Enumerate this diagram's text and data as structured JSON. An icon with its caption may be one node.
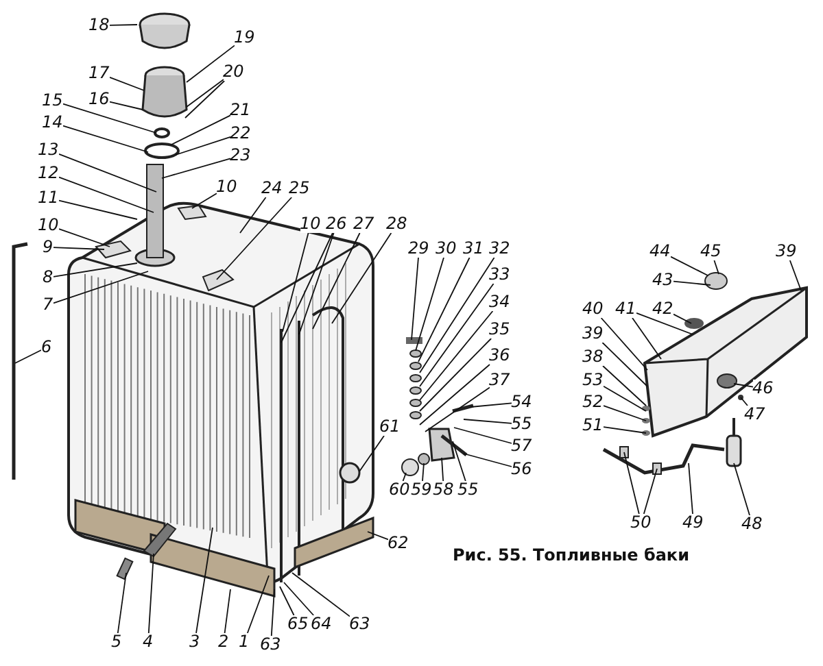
{
  "diagram": {
    "caption": "Рис. 55. Топливные баки",
    "nodes": [
      {
        "text": [
          "18"
        ]
      },
      {
        "text": [
          "19"
        ]
      },
      {
        "text": [
          "17"
        ]
      },
      {
        "text": [
          "20"
        ]
      },
      {
        "text": [
          "16"
        ]
      },
      {
        "text": [
          "15"
        ]
      },
      {
        "text": [
          "21"
        ]
      },
      {
        "text": [
          "14"
        ]
      },
      {
        "text": [
          "22"
        ]
      },
      {
        "text": [
          "13"
        ]
      },
      {
        "text": [
          "23"
        ]
      },
      {
        "text": [
          "12"
        ]
      },
      {
        "text": [
          "10"
        ]
      },
      {
        "text": [
          "24"
        ]
      },
      {
        "text": [
          "25"
        ]
      },
      {
        "text": [
          "11"
        ]
      },
      {
        "text": [
          "10"
        ]
      },
      {
        "text": [
          "9"
        ]
      },
      {
        "text": [
          "10"
        ]
      },
      {
        "text": [
          "26"
        ]
      },
      {
        "text": [
          "27"
        ]
      },
      {
        "text": [
          "28"
        ]
      },
      {
        "text": [
          "8"
        ]
      },
      {
        "text": [
          "7"
        ]
      },
      {
        "text": [
          "6"
        ]
      },
      {
        "text": [
          "29"
        ]
      },
      {
        "text": [
          "30"
        ]
      },
      {
        "text": [
          "31"
        ]
      },
      {
        "text": [
          "32"
        ]
      },
      {
        "text": [
          "33"
        ]
      },
      {
        "text": [
          "34"
        ]
      },
      {
        "text": [
          "35"
        ]
      },
      {
        "text": [
          "36"
        ]
      },
      {
        "text": [
          "37"
        ]
      },
      {
        "text": [
          "54"
        ]
      },
      {
        "text": [
          "55"
        ]
      },
      {
        "text": [
          "57"
        ]
      },
      {
        "text": [
          "56"
        ]
      },
      {
        "text": [
          "61"
        ]
      },
      {
        "text": [
          "60"
        ]
      },
      {
        "text": [
          "59"
        ]
      },
      {
        "text": [
          "58"
        ]
      },
      {
        "text": [
          "55"
        ]
      },
      {
        "text": [
          "62"
        ]
      },
      {
        "text": [
          "5"
        ]
      },
      {
        "text": [
          "4"
        ]
      },
      {
        "text": [
          "3"
        ]
      },
      {
        "text": [
          "2"
        ]
      },
      {
        "text": [
          "1"
        ]
      },
      {
        "text": [
          "63"
        ]
      },
      {
        "text": [
          "65"
        ]
      },
      {
        "text": [
          "64"
        ]
      },
      {
        "text": [
          "63"
        ]
      },
      {
        "text": [
          "44"
        ]
      },
      {
        "text": [
          "45"
        ]
      },
      {
        "text": [
          "39"
        ]
      },
      {
        "text": [
          "43"
        ]
      },
      {
        "text": [
          "42"
        ]
      },
      {
        "text": [
          "40"
        ]
      },
      {
        "text": [
          "41"
        ]
      },
      {
        "text": [
          "39"
        ]
      },
      {
        "text": [
          "38"
        ]
      },
      {
        "text": [
          "53"
        ]
      },
      {
        "text": [
          "52"
        ]
      },
      {
        "text": [
          "51"
        ]
      },
      {
        "text": [
          "46"
        ]
      },
      {
        "text": [
          "47"
        ]
      },
      {
        "text": [
          "50"
        ]
      },
      {
        "text": [
          "49"
        ]
      },
      {
        "text": [
          "48"
        ]
      },
      {
        "text": [],
        "shape": "picture"
      },
      {
        "text": [],
        "shape": "picture"
      },
      {
        "text": [],
        "shape": "picture"
      },
      {
        "text": [],
        "shape": "picture"
      },
      {
        "text": [],
        "shape": "picture"
      },
      {
        "text": [],
        "shape": "picture"
      }
    ],
    "edges": [
      {
        "from": 0,
        "to": 71,
        "arrow": "none"
      },
      {
        "from": 1,
        "to": 71,
        "arrow": "none"
      },
      {
        "from": 2,
        "to": 71,
        "arrow": "none"
      },
      {
        "from": 3,
        "to": 71,
        "arrow": "none"
      },
      {
        "from": 3,
        "to": 71,
        "arrow": "none"
      },
      {
        "from": 4,
        "to": 71,
        "arrow": "none"
      },
      {
        "from": 5,
        "to": 71,
        "arrow": "none"
      },
      {
        "from": 6,
        "to": 71,
        "arrow": "none"
      },
      {
        "from": 7,
        "to": 71,
        "arrow": "none"
      },
      {
        "from": 8,
        "to": 71,
        "arrow": "none"
      },
      {
        "from": 9,
        "to": 70,
        "arrow": "none"
      },
      {
        "from": 10,
        "to": 70,
        "arrow": "none"
      },
      {
        "from": 11,
        "to": 70,
        "arrow": "none"
      },
      {
        "from": 12,
        "to": 70,
        "arrow": "none"
      },
      {
        "from": 13,
        "to": 70,
        "arrow": "none"
      },
      {
        "from": 14,
        "to": 70,
        "arrow": "none"
      },
      {
        "from": 15,
        "to": 70,
        "arrow": "none"
      },
      {
        "from": 16,
        "to": 70,
        "arrow": "none"
      },
      {
        "from": 17,
        "to": 70,
        "arrow": "none"
      },
      {
        "from": 18,
        "to": 70,
        "arrow": "none"
      },
      {
        "from": 19,
        "to": 70,
        "arrow": "none"
      },
      {
        "from": 19,
        "to": 70,
        "arrow": "none"
      },
      {
        "from": 20,
        "to": 70,
        "arrow": "none"
      },
      {
        "from": 21,
        "to": 70,
        "arrow": "none"
      },
      {
        "from": 22,
        "to": 70,
        "arrow": "none"
      },
      {
        "from": 23,
        "to": 70,
        "arrow": "none"
      },
      {
        "from": 24,
        "to": 72,
        "arrow": "none"
      },
      {
        "from": 25,
        "to": 73,
        "arrow": "none"
      },
      {
        "from": 26,
        "to": 73,
        "arrow": "none"
      },
      {
        "from": 27,
        "to": 73,
        "arrow": "none"
      },
      {
        "from": 28,
        "to": 73,
        "arrow": "none"
      },
      {
        "from": 29,
        "to": 73,
        "arrow": "none"
      },
      {
        "from": 30,
        "to": 73,
        "arrow": "none"
      },
      {
        "from": 31,
        "to": 73,
        "arrow": "none"
      },
      {
        "from": 32,
        "to": 73,
        "arrow": "none"
      },
      {
        "from": 33,
        "to": 73,
        "arrow": "none"
      },
      {
        "from": 34,
        "to": 73,
        "arrow": "none"
      },
      {
        "from": 35,
        "to": 73,
        "arrow": "none"
      },
      {
        "from": 36,
        "to": 73,
        "arrow": "none"
      },
      {
        "from": 37,
        "to": 73,
        "arrow": "none"
      },
      {
        "from": 38,
        "to": 70,
        "arrow": "none"
      },
      {
        "from": 39,
        "to": 73,
        "arrow": "none"
      },
      {
        "from": 40,
        "to": 73,
        "arrow": "none"
      },
      {
        "from": 41,
        "to": 73,
        "arrow": "none"
      },
      {
        "from": 42,
        "to": 73,
        "arrow": "none"
      },
      {
        "from": 43,
        "to": 70,
        "arrow": "none"
      },
      {
        "from": 44,
        "to": 70,
        "arrow": "none"
      },
      {
        "from": 45,
        "to": 70,
        "arrow": "none"
      },
      {
        "from": 46,
        "to": 70,
        "arrow": "none"
      },
      {
        "from": 47,
        "to": 70,
        "arrow": "none"
      },
      {
        "from": 48,
        "to": 70,
        "arrow": "none"
      },
      {
        "from": 49,
        "to": 70,
        "arrow": "none"
      },
      {
        "from": 50,
        "to": 70,
        "arrow": "none"
      },
      {
        "from": 51,
        "to": 70,
        "arrow": "none"
      },
      {
        "from": 52,
        "to": 70,
        "arrow": "none"
      },
      {
        "from": 53,
        "to": 74,
        "arrow": "none"
      },
      {
        "from": 54,
        "to": 74,
        "arrow": "none"
      },
      {
        "from": 55,
        "to": 74,
        "arrow": "none"
      },
      {
        "from": 56,
        "to": 74,
        "arrow": "none"
      },
      {
        "from": 57,
        "to": 74,
        "arrow": "none"
      },
      {
        "from": 58,
        "to": 74,
        "arrow": "none"
      },
      {
        "from": 59,
        "to": 74,
        "arrow": "none"
      },
      {
        "from": 59,
        "to": 74,
        "arrow": "none"
      },
      {
        "from": 60,
        "to": 74,
        "arrow": "none"
      },
      {
        "from": 61,
        "to": 74,
        "arrow": "none"
      },
      {
        "from": 62,
        "to": 74,
        "arrow": "none"
      },
      {
        "from": 63,
        "to": 74,
        "arrow": "none"
      },
      {
        "from": 64,
        "to": 74,
        "arrow": "none"
      },
      {
        "from": 65,
        "to": 74,
        "arrow": "none"
      },
      {
        "from": 66,
        "to": 74,
        "arrow": "none"
      },
      {
        "from": 67,
        "to": 75,
        "arrow": "none"
      },
      {
        "from": 67,
        "to": 75,
        "arrow": "none"
      },
      {
        "from": 68,
        "to": 75,
        "arrow": "none"
      },
      {
        "from": 69,
        "to": 75,
        "arrow": "none"
      }
    ]
  }
}
